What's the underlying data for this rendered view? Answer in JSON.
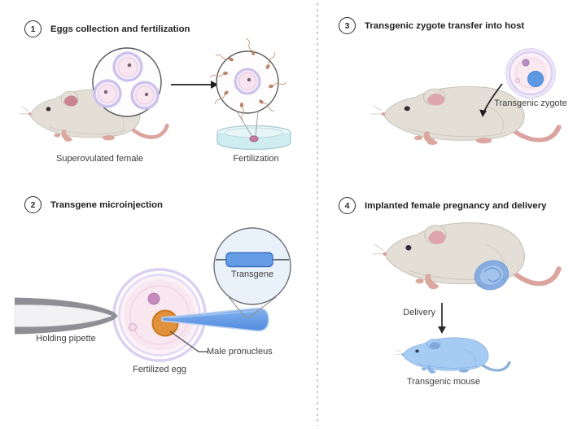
{
  "figure": {
    "background": "#ffffff",
    "divider_color": "#cbcbcb"
  },
  "steps": [
    {
      "number": "1",
      "title": "Eggs collection and fertilization",
      "labels": {
        "superovulated_female": "Superovulated female",
        "fertilization": "Fertilization"
      }
    },
    {
      "number": "2",
      "title": "Transgene microinjection",
      "labels": {
        "holding_pipette": "Holding pipette",
        "fertilized_egg": "Fertilized egg",
        "male_pronucleus": "Male pronucleus",
        "transgene": "Transgene"
      }
    },
    {
      "number": "3",
      "title": "Transgenic zygote transfer into host",
      "labels": {
        "transgenic_zygote": "Transgenic zygote"
      }
    },
    {
      "number": "4",
      "title": "Implanted female pregnancy and delivery",
      "labels": {
        "delivery": "Delivery",
        "transgenic_mouse": "Transgenic mouse"
      }
    }
  ],
  "colors": {
    "mouse_body": "#e3dfd7",
    "mouse_outline": "#c9c3b8",
    "mouse_pink": "#dca49f",
    "inner_ear": "#c9858e",
    "egg_ring_lavender": "#ccc1ea",
    "egg_inner_pink": "#f8e6f0",
    "male_pronucleus": "#e1903c",
    "pipette_blue": "#5f98e6",
    "transgene_fill": "#649ce6",
    "zygote_nucleus": "#5d99e2",
    "petri_dish": "#cfecf0",
    "petri_blob": "#c57ca4",
    "embryo_blue": "#7fa8e1",
    "blue_mouse": "#a6ccf3",
    "arrow_black": "#1f1f1f"
  }
}
